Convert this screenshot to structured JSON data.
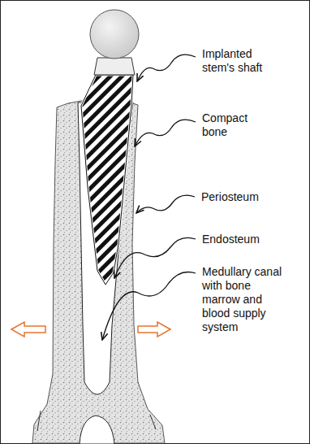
{
  "diagram": {
    "labels": [
      "Implanted stem's shaft",
      "Compact bone",
      "Periosteum",
      "Endosteum",
      "Medullary canal with bone marrow and blood supply system"
    ]
  }
}
